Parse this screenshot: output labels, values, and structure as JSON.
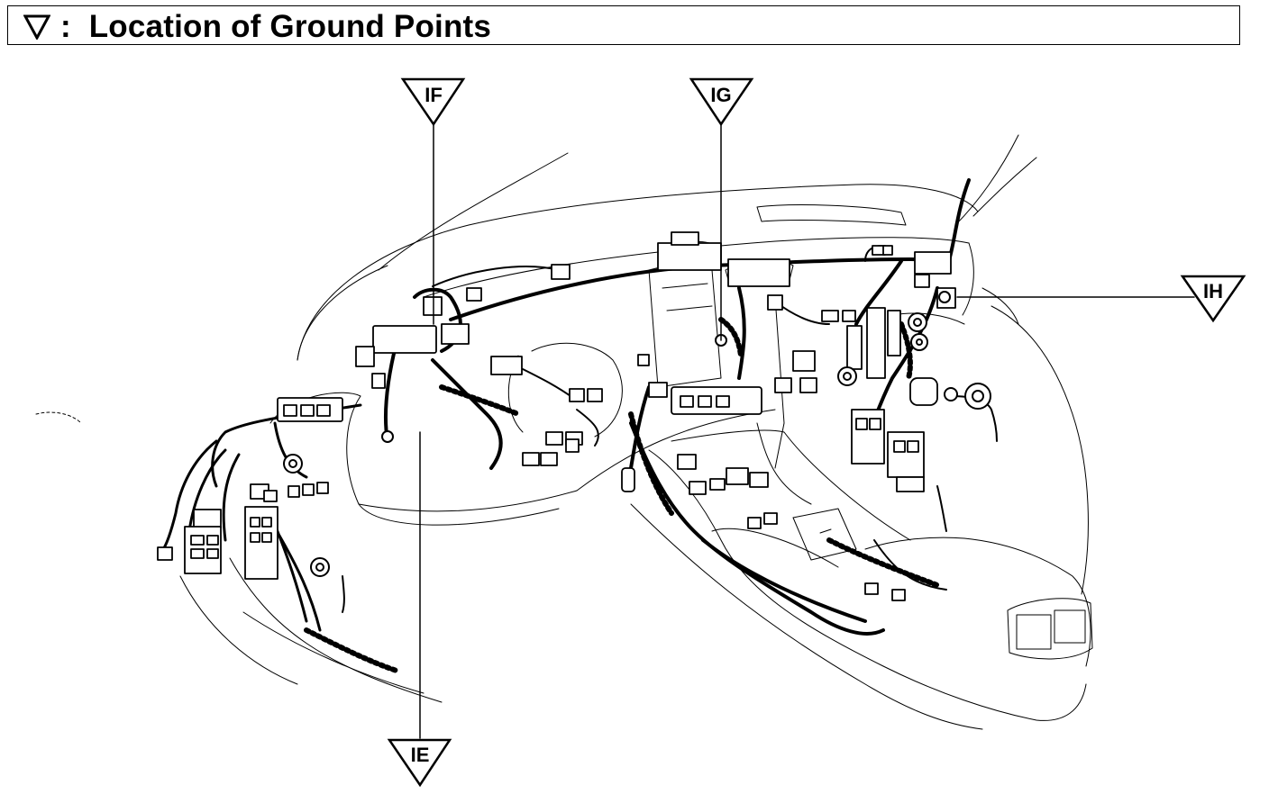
{
  "header": {
    "title_prefix": ":",
    "title": "Location of Ground Points",
    "icon": "ground-point-triangle-icon"
  },
  "ground_points": [
    {
      "id": "IF",
      "label": "IF"
    },
    {
      "id": "IG",
      "label": "IG"
    },
    {
      "id": "IH",
      "label": "IH"
    },
    {
      "id": "IE",
      "label": "IE"
    }
  ],
  "colors": {
    "ink": "#000000",
    "paper": "#ffffff"
  }
}
